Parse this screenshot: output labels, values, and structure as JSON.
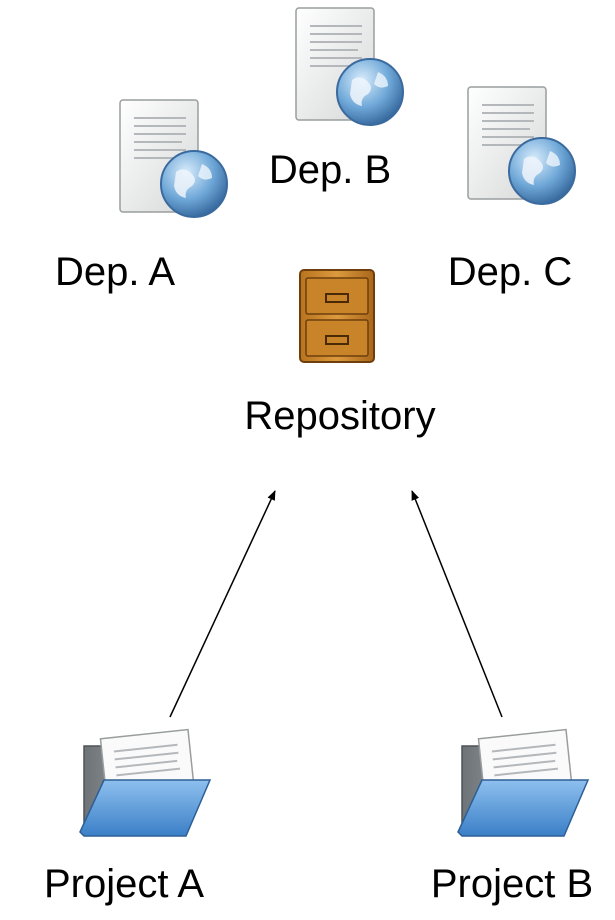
{
  "nodes": {
    "dep_a": {
      "label": "Dep. A",
      "icon": "web-document-icon"
    },
    "dep_b": {
      "label": "Dep. B",
      "icon": "web-document-icon"
    },
    "dep_c": {
      "label": "Dep. C",
      "icon": "web-document-icon"
    },
    "repository": {
      "label": "Repository",
      "icon": "file-cabinet-icon"
    },
    "project_a": {
      "label": "Project A",
      "icon": "open-folder-icon"
    },
    "project_b": {
      "label": "Project B",
      "icon": "open-folder-icon"
    }
  },
  "edges": [
    {
      "from": "Project A",
      "to": "Repository"
    },
    {
      "from": "Project B",
      "to": "Repository"
    }
  ]
}
